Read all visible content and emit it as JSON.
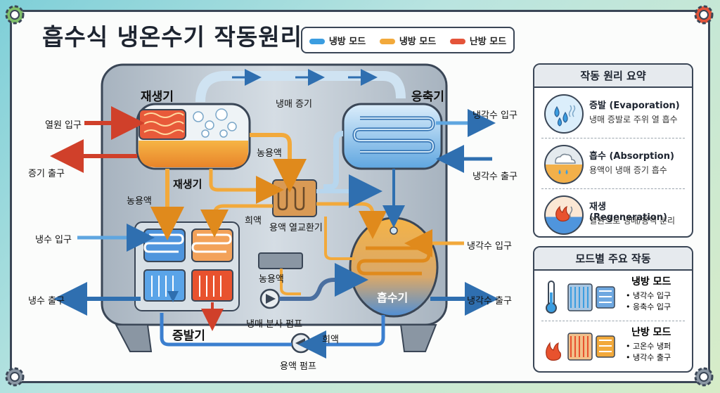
{
  "title": "흡수식 냉온수기 작동원리",
  "legend": [
    {
      "label": "냉방 모드",
      "color": "#3b9de0"
    },
    {
      "label": "냉방 모드",
      "color": "#f2a93b"
    },
    {
      "label": "난방 모드",
      "color": "#e4543a"
    }
  ],
  "components": {
    "regenerator": "재생기",
    "regenerator2": "재생기",
    "condenser": "응축기",
    "evaporator": "증발기",
    "absorber": "흡수기",
    "heat_exchanger": "용액 열교환기",
    "spray_pump": "냉매 분사 펌프",
    "solution_pump": "용액 펌프"
  },
  "labels": {
    "heat_in": "열원 입구",
    "steam_out": "증기 출구",
    "refrigerant_vapor": "냉매 증기",
    "strong_solution_1": "농용액",
    "strong_solution_2": "농용액",
    "strong_solution_3": "농용액",
    "weak_solution_1": "희액",
    "weak_solution_2": "희액",
    "cw_in_top": "냉각수 입구",
    "cw_out_top": "냉각수 출구",
    "cw_in_mid": "냉각수 입구",
    "cw_out_bottom": "냉각수 출구",
    "chilled_in": "냉수 입구",
    "chilled_out": "냉수 출구"
  },
  "summary": {
    "title": "작동 원리 요약",
    "items": [
      {
        "title": "증발 (Evaporation)",
        "desc": "냉매 증발로 주위 열 흡수",
        "icon": "water-drops-icon"
      },
      {
        "title": "흡수 (Absorption)",
        "desc": "용액이 냉매 증기 흡수",
        "icon": "cloud-absorb-icon"
      },
      {
        "title": "재생 (Regeneration)",
        "desc": "열원으로 냉매/용액 분리",
        "icon": "flame-icon"
      }
    ]
  },
  "modes": {
    "title": "모드별 주요 작동",
    "items": [
      {
        "title": "냉방 모드",
        "bullets": [
          "냉각수 입구",
          "응축수 입구"
        ],
        "icon": "thermometer-icon"
      },
      {
        "title": "난방 모드",
        "bullets": [
          "고온수 냉퍼",
          "냉각수 출구"
        ],
        "icon": "flame-icon"
      }
    ]
  },
  "colors": {
    "cool": "#3b9de0",
    "warm": "#f2a93b",
    "heat": "#e4543a",
    "frame": "#3a4656",
    "tank": "#b9c3cc"
  }
}
